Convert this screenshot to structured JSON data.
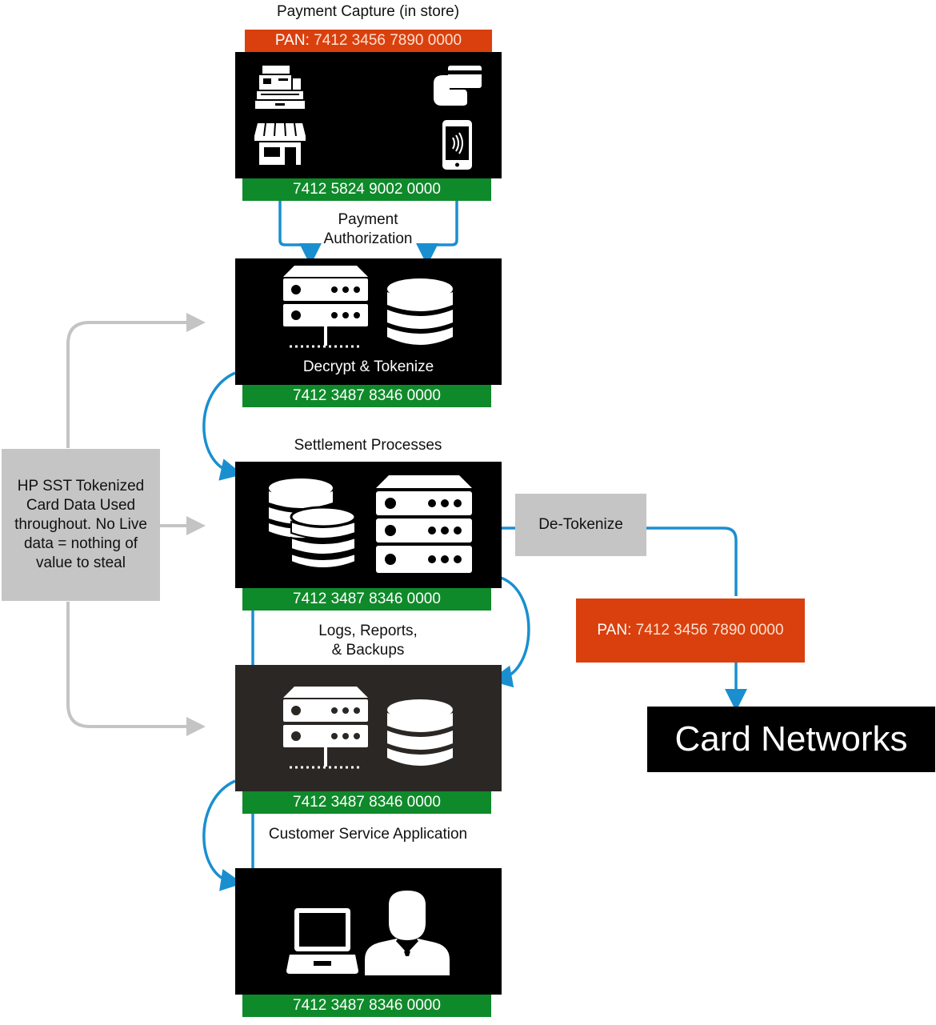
{
  "stages": {
    "capture": {
      "title": "Payment Capture (in store)",
      "pan_key": "PAN:",
      "pan_value": "7412 3456 7890 0000",
      "token": "7412 5824 9002 0000"
    },
    "authorization": {
      "title_line1": "Payment",
      "title_line2": "Authorization",
      "caption": "Decrypt & Tokenize",
      "token": "7412 3487 8346 0000"
    },
    "settlement": {
      "title": "Settlement Processes",
      "token": "7412 3487 8346 0000"
    },
    "logs": {
      "title_line1": "Logs, Reports,",
      "title_line2": "& Backups",
      "token": "7412 3487 8346 0000"
    },
    "customer_service": {
      "title": "Customer Service Application",
      "token": "7412 3487 8346 0000"
    }
  },
  "side_note": {
    "lines": [
      "HP SST Tokenized",
      "Card Data Used",
      "throughout. No Live",
      "data = nothing of",
      "value to steal"
    ]
  },
  "detokenize": {
    "label": "De-Tokenize",
    "pan_key": "PAN:",
    "pan_value": "7412 3456 7890 0000"
  },
  "card_networks": {
    "label": "Card Networks"
  },
  "colors": {
    "green": "#0f8a2a",
    "orange": "#d9400e",
    "blue_arrow": "#1a8fd0",
    "gray_arrow": "#c4c4c4",
    "gray_box": "#c5c5c5"
  },
  "icons": [
    "cash-register-icon",
    "storefront-icon",
    "card-in-hand-icon",
    "mobile-nfc-icon",
    "server-icon",
    "database-icon",
    "laptop-icon",
    "person-icon"
  ]
}
